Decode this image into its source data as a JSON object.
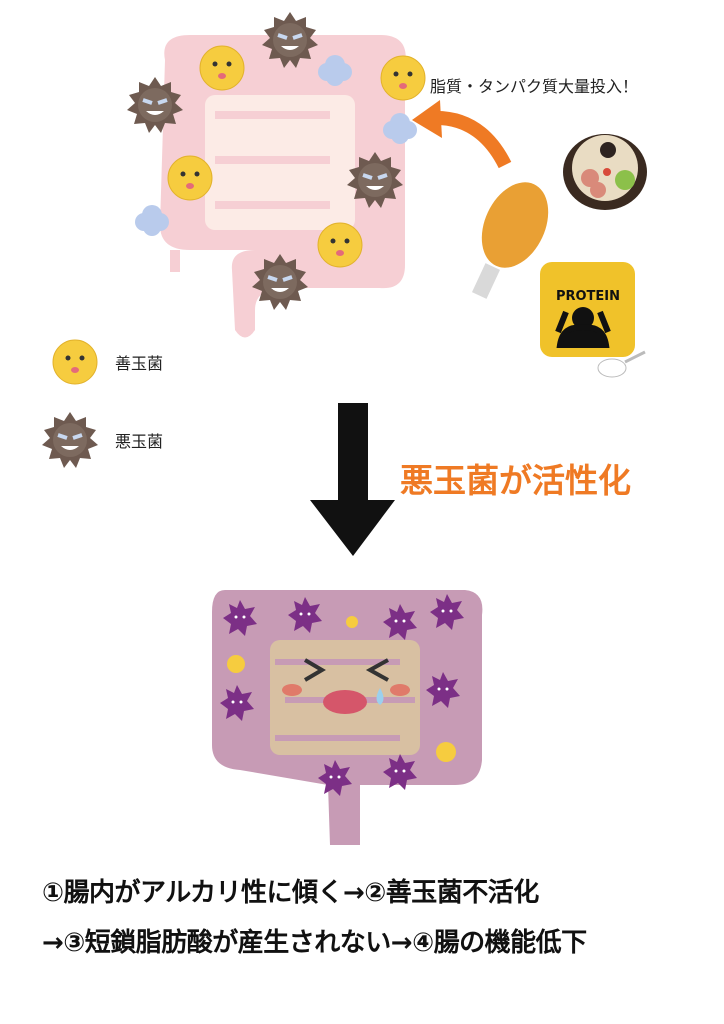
{
  "top_caption": "脂質・タンパク質大量投入！",
  "protein_label": "PROTEIN",
  "legend": {
    "good": "善玉菌",
    "bad": "悪玉菌"
  },
  "transition_label": "悪玉菌が活性化",
  "result_lines": [
    "①腸内がアルカリ性に傾く→②善玉菌不活化",
    "→③短鎖脂肪酸が産生されない→④腸の機能低下"
  ],
  "colors": {
    "accent_orange": "#ef7a24",
    "healthy_gut": "#f6cfd4",
    "unhealthy_gut": "#c79bb5",
    "good_bacteria": "#f6cc3f",
    "bad_bacteria": "#6e5a50"
  }
}
